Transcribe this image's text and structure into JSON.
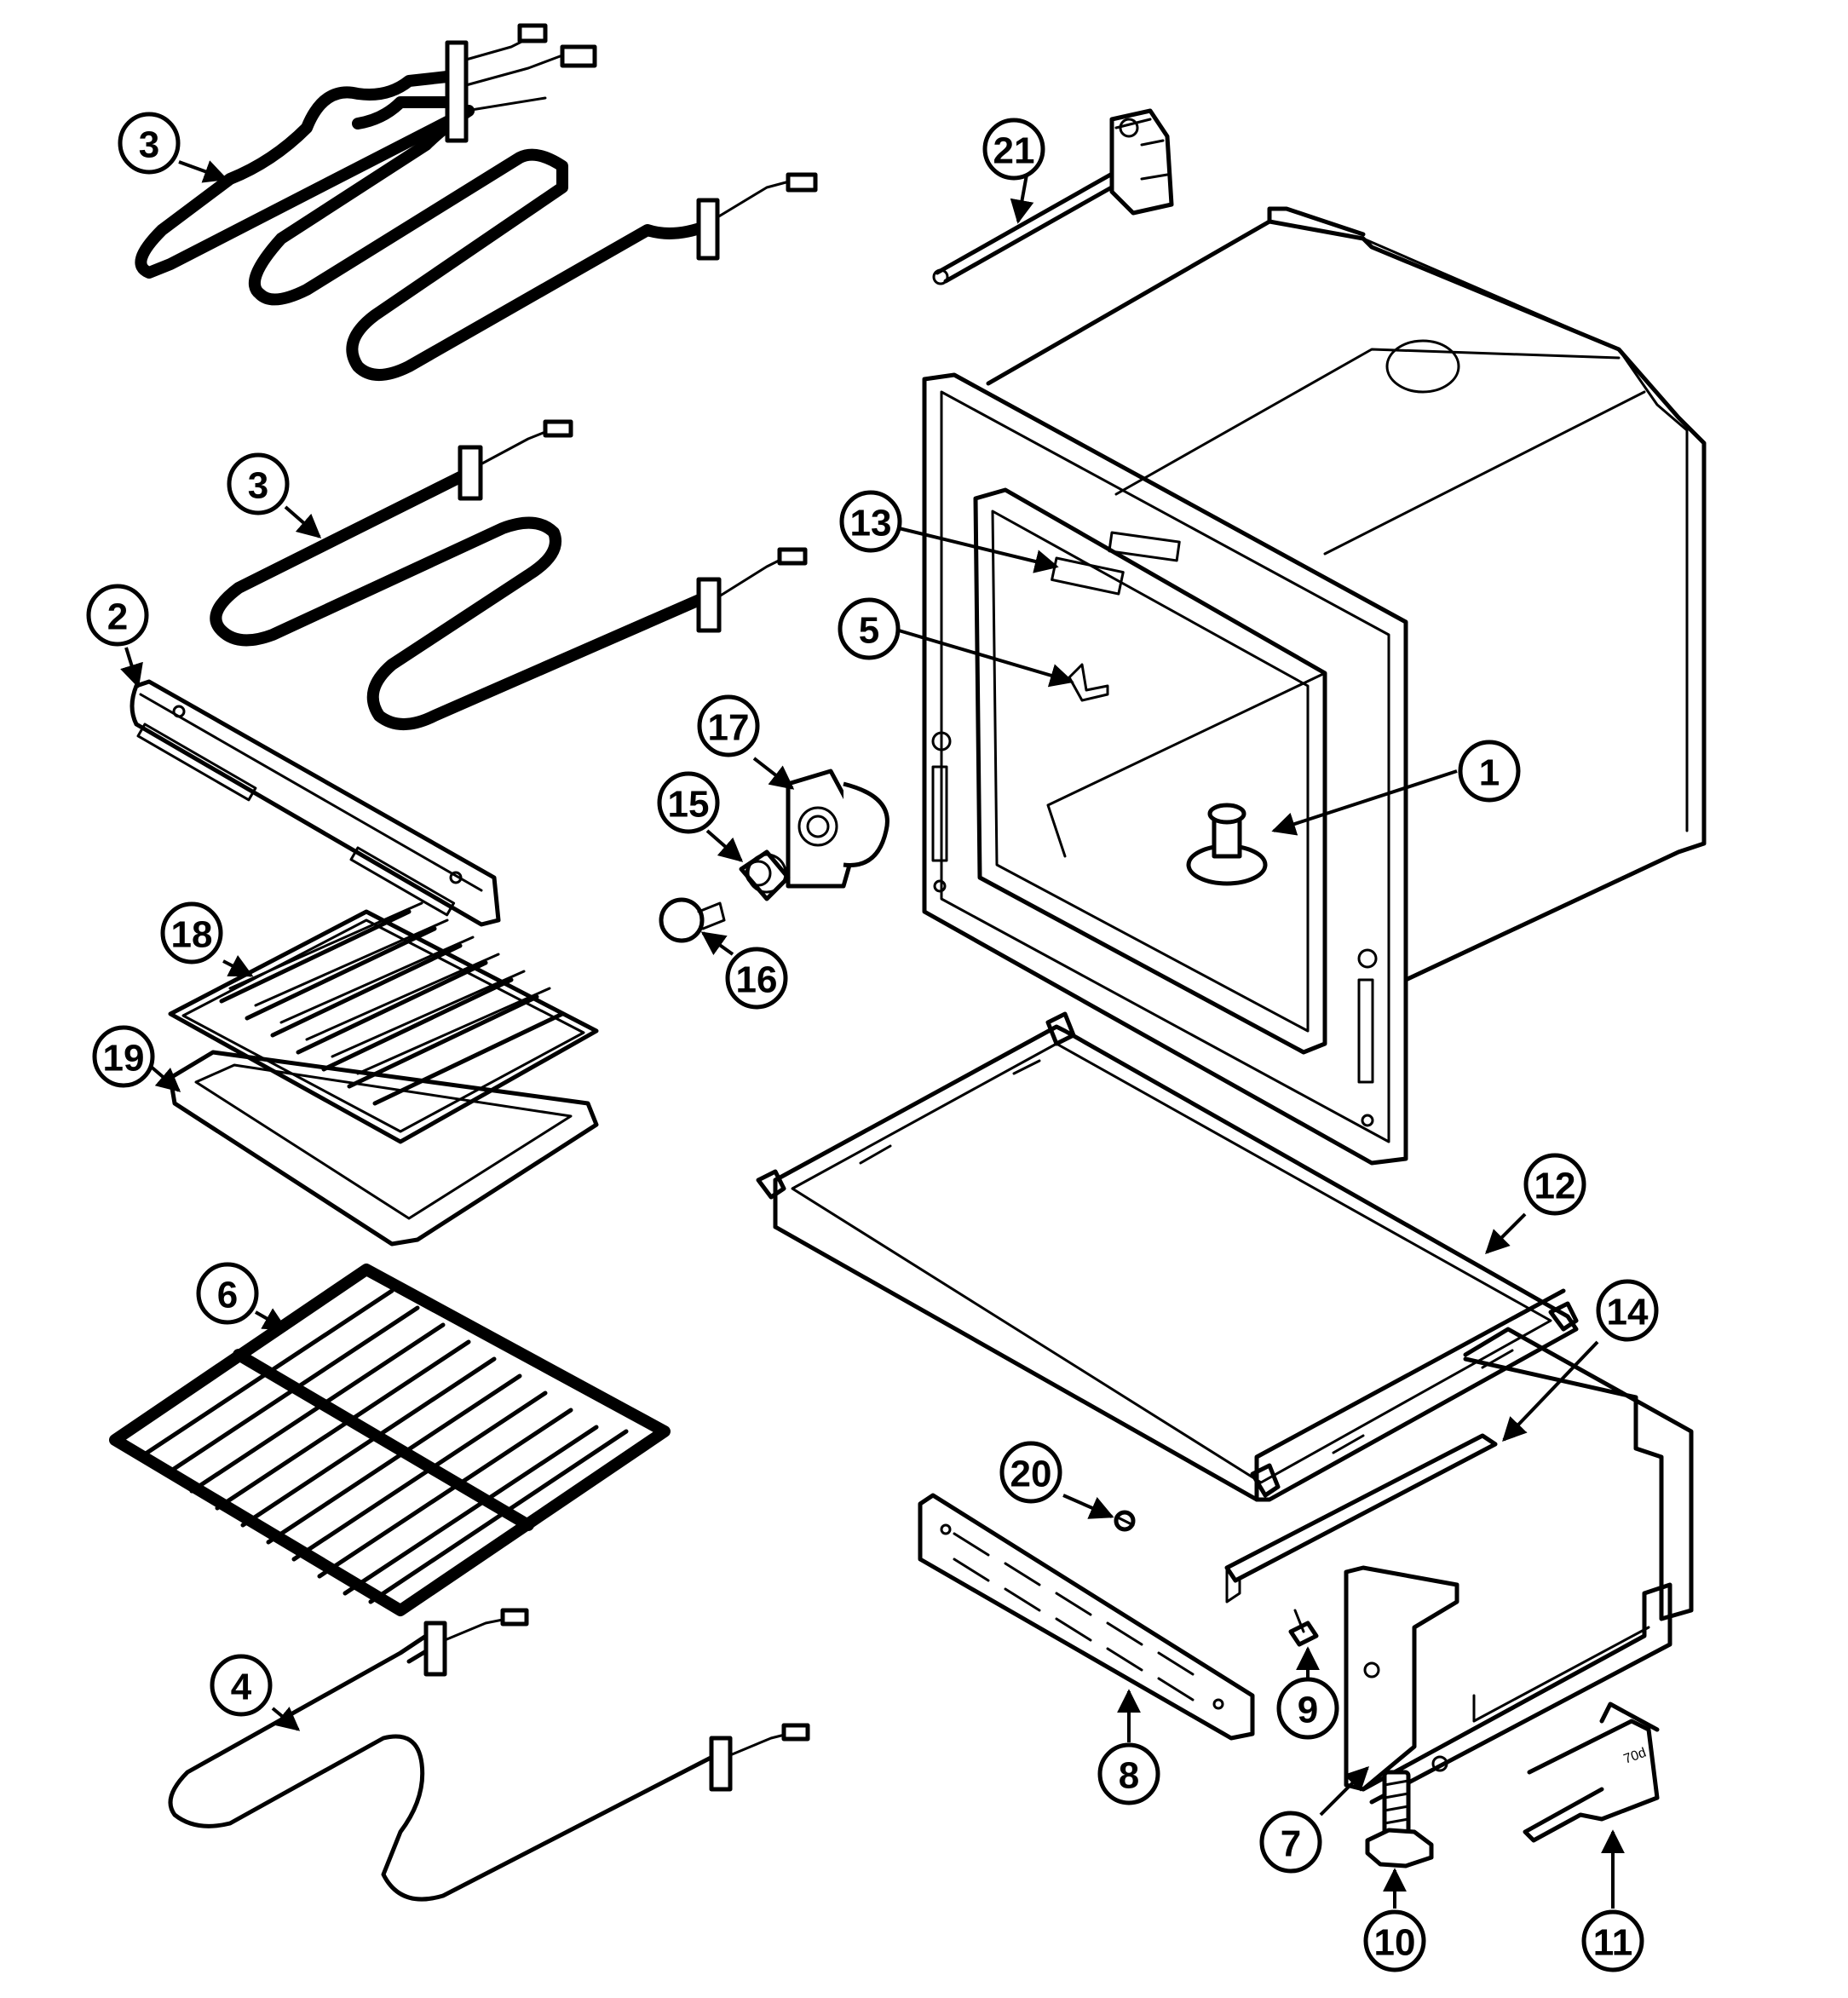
{
  "callouts": {
    "c1": "1",
    "c2": "2",
    "c3a": "3",
    "c3b": "3",
    "c4": "4",
    "c5": "5",
    "c6": "6",
    "c7": "7",
    "c8": "8",
    "c9": "9",
    "c10": "10",
    "c11": "11",
    "c12": "12",
    "c13": "13",
    "c14": "14",
    "c15": "15",
    "c16": "16",
    "c17": "17",
    "c18": "18",
    "c19": "19",
    "c20": "20",
    "c21": "21"
  },
  "parts": {
    "p11_stamp": "70d"
  }
}
